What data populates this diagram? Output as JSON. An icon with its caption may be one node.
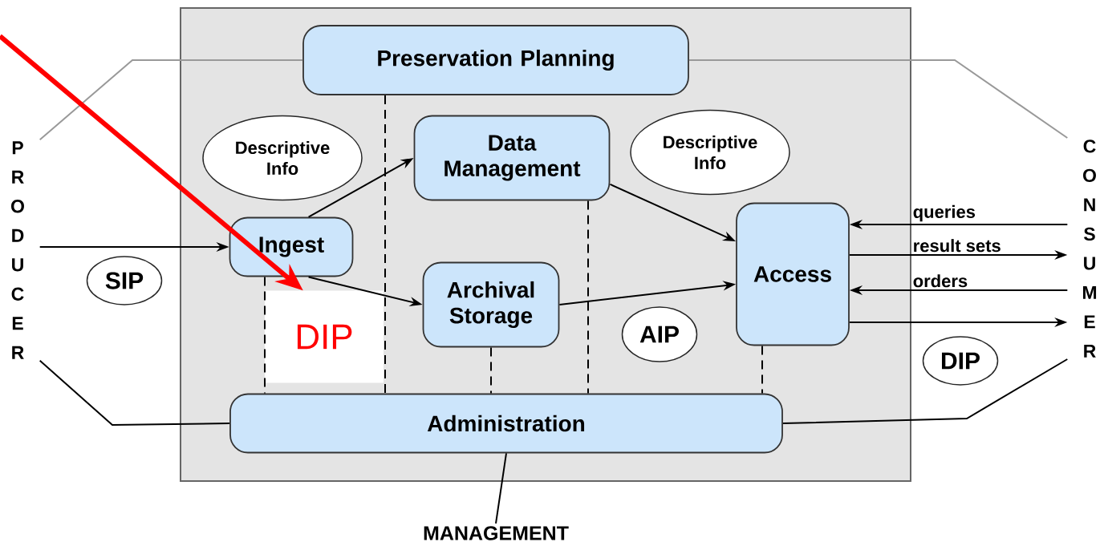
{
  "diagram": {
    "nodes": [
      {
        "text": [
          "Preservation Planning"
        ]
      },
      {
        "text": [
          "Descriptive Info"
        ]
      },
      {
        "text": [
          "Data Management"
        ]
      },
      {
        "text": [
          "Descriptive Info"
        ]
      },
      {
        "text": [
          "Ingest"
        ]
      },
      {
        "text": [
          "SIP"
        ]
      },
      {
        "text": [
          "Archival Storage"
        ]
      },
      {
        "text": [
          "Access"
        ]
      },
      {
        "text": [
          "DIP"
        ]
      },
      {
        "text": [
          "AIP"
        ]
      },
      {
        "text": [
          "DIP"
        ]
      },
      {
        "text": [
          "Administration"
        ]
      },
      {
        "text": [
          "PRODUCER"
        ]
      },
      {
        "text": [
          "CONSUMER"
        ]
      },
      {
        "text": [
          "MANAGEMENT"
        ]
      }
    ],
    "edges": [
      {
        "from": 12,
        "to": 4,
        "arrow": "to"
      },
      {
        "from": 4,
        "to": 2,
        "arrow": "to"
      },
      {
        "from": 4,
        "to": 6,
        "arrow": "to"
      },
      {
        "from": 2,
        "to": 7,
        "arrow": "to"
      },
      {
        "from": 6,
        "to": 7,
        "arrow": "to"
      },
      {
        "from": 13,
        "to": 7,
        "arrow": "to",
        "label": "queries"
      },
      {
        "from": 7,
        "to": 13,
        "arrow": "to",
        "label": "result sets"
      },
      {
        "from": 13,
        "to": 7,
        "arrow": "to",
        "label": "orders"
      },
      {
        "from": 7,
        "to": 13,
        "arrow": "to"
      },
      {
        "from": 12,
        "to": 0,
        "arrow": "none",
        "color": "#999999"
      },
      {
        "from": 0,
        "to": 13,
        "arrow": "none",
        "color": "#999999"
      },
      {
        "from": 12,
        "to": 11,
        "arrow": "none"
      },
      {
        "from": 11,
        "to": 13,
        "arrow": "none"
      },
      {
        "from": 11,
        "to": 14,
        "arrow": "none"
      },
      {
        "from": 0,
        "to": 11,
        "arrow": "none",
        "style": "dashed"
      },
      {
        "from": 4,
        "to": 11,
        "arrow": "none",
        "style": "dashed"
      },
      {
        "from": 2,
        "to": 11,
        "arrow": "none",
        "style": "dashed"
      },
      {
        "from": 6,
        "to": 11,
        "arrow": "none",
        "style": "dashed"
      },
      {
        "from": 7,
        "to": 11,
        "arrow": "none",
        "style": "dashed"
      },
      {
        "from": null,
        "to": 8,
        "arrow": "to",
        "style": "thick",
        "color": "#ff0000"
      }
    ]
  }
}
